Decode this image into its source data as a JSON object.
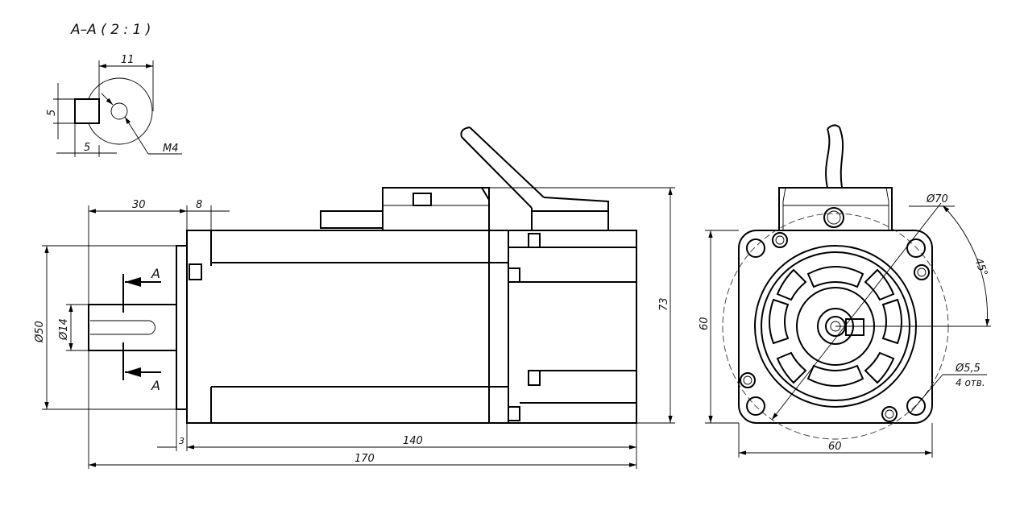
{
  "section": {
    "title": "A–A ( 2 : 1 )",
    "dim_width": "11",
    "dim_key_height": "5",
    "dim_key_depth": "5",
    "thread": "M4"
  },
  "side_view": {
    "dim_shaft_length": "30",
    "dim_flange_step": "8",
    "section_mark_top": "A",
    "section_mark_bottom": "A",
    "dim_pilot_dia": "Ø50",
    "dim_shaft_dia": "Ø14",
    "dim_height": "73",
    "dim_flange_thickness": "3",
    "dim_body_length": "140",
    "dim_total_length": "170"
  },
  "front_view": {
    "dim_bolt_circle": "Ø70",
    "dim_angle": "45°",
    "dim_height": "60",
    "dim_width": "60",
    "dim_hole": "Ø5,5",
    "dim_hole_count": "4 отв."
  }
}
